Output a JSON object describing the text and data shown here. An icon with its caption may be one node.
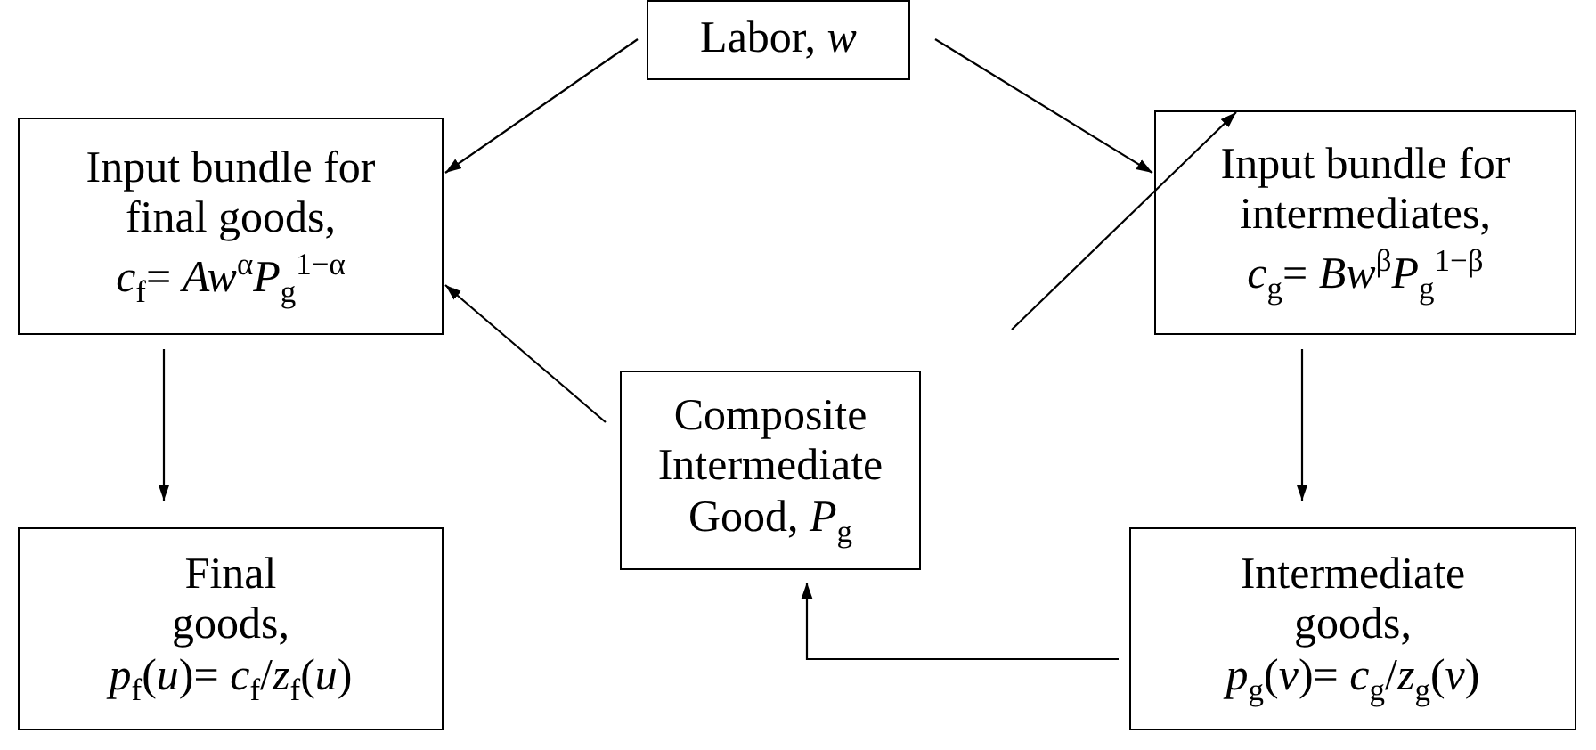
{
  "diagram": {
    "nodes": [
      {
        "text": [
          "Labor, *w*"
        ]
      },
      {
        "text": [
          "Input bundle for final goods,",
          "*c*$_{f}$= *Aw*$^{α}$*P*$_{g}$$^{1−α}$"
        ]
      },
      {
        "text": [
          "Input bundle for intermediates,",
          "*c*$_{g}$= *Bw*$^{β}$*P*$_{g}$$^{1−β}$"
        ]
      },
      {
        "text": [
          "Composite Intermediate Good, *P*$_{g}$"
        ]
      },
      {
        "text": [
          "Final goods,",
          "*p*$_{f}$(*u*)= *c*$_{f}$/*z*$_{f}$(*u*)"
        ]
      },
      {
        "text": [
          "Intermediate goods,",
          "*p*$_{g}$(*v*)= *c*$_{g}$/*z*$_{g}$(*v*)"
        ]
      }
    ],
    "edges": [
      {
        "from": 0,
        "to": 1,
        "arrow": "to"
      },
      {
        "from": 0,
        "to": 2,
        "arrow": "to"
      },
      {
        "from": 3,
        "to": 1,
        "arrow": "to"
      },
      {
        "from": 3,
        "to": 2,
        "arrow": "to"
      },
      {
        "from": 1,
        "to": 4,
        "arrow": "to"
      },
      {
        "from": 2,
        "to": 5,
        "arrow": "to"
      },
      {
        "from": 5,
        "to": 3,
        "arrow": "to"
      }
    ]
  }
}
